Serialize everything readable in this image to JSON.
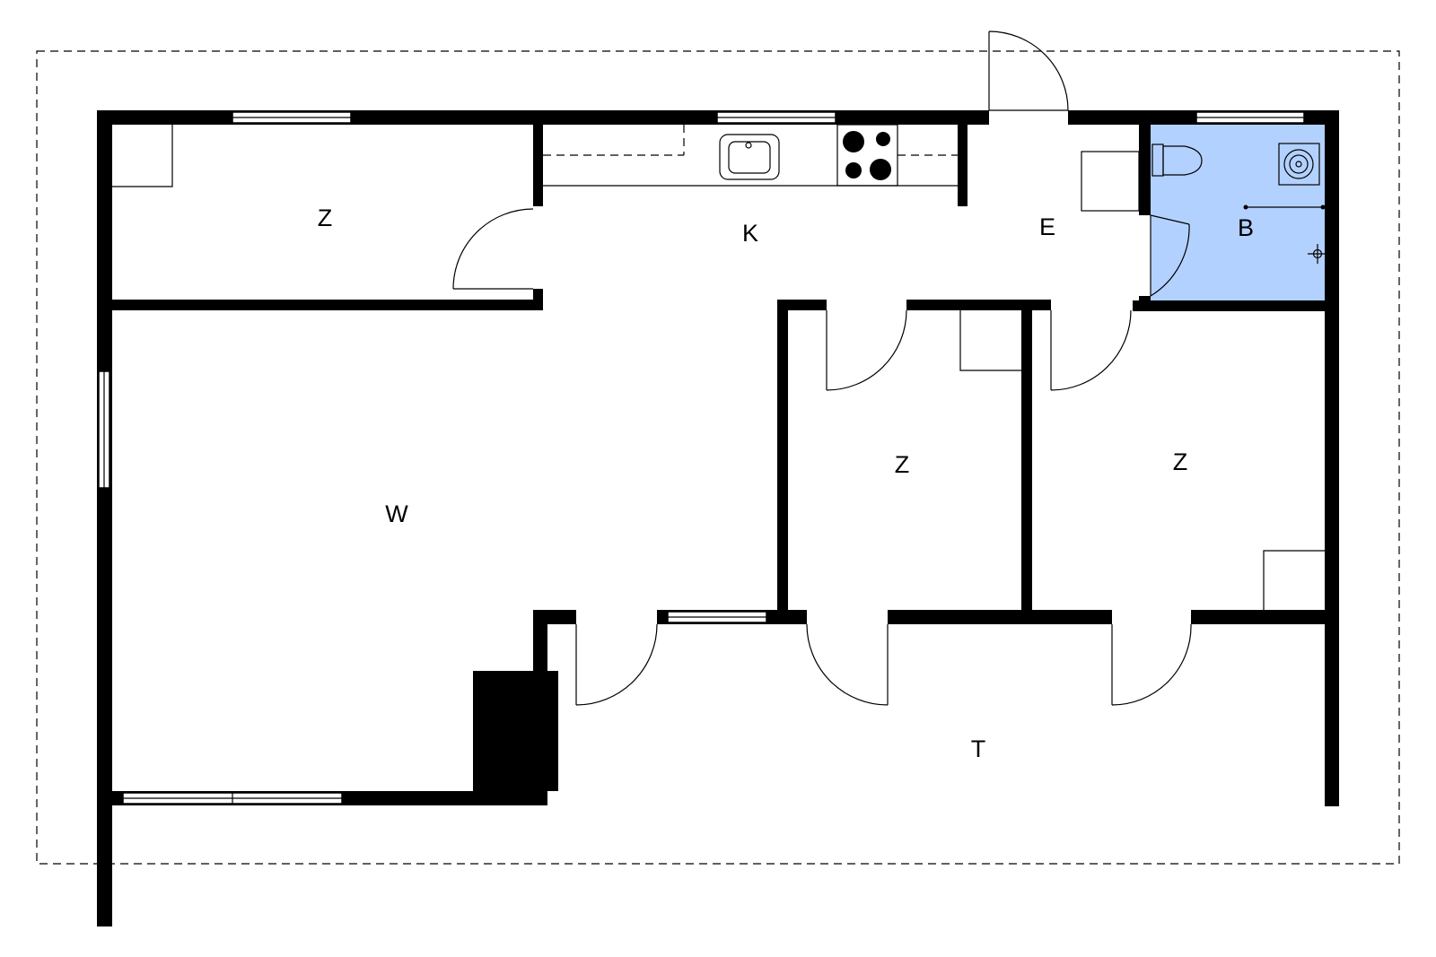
{
  "rooms": {
    "bedroom_top_left": "Z",
    "kitchen": "K",
    "entrance": "E",
    "bathroom": "B",
    "living": "W",
    "bedroom_middle": "Z",
    "bedroom_right": "Z",
    "terrace": "T"
  },
  "colors": {
    "bathroom_fill": "#b3d1ff",
    "wall": "#000000",
    "background": "#ffffff"
  }
}
